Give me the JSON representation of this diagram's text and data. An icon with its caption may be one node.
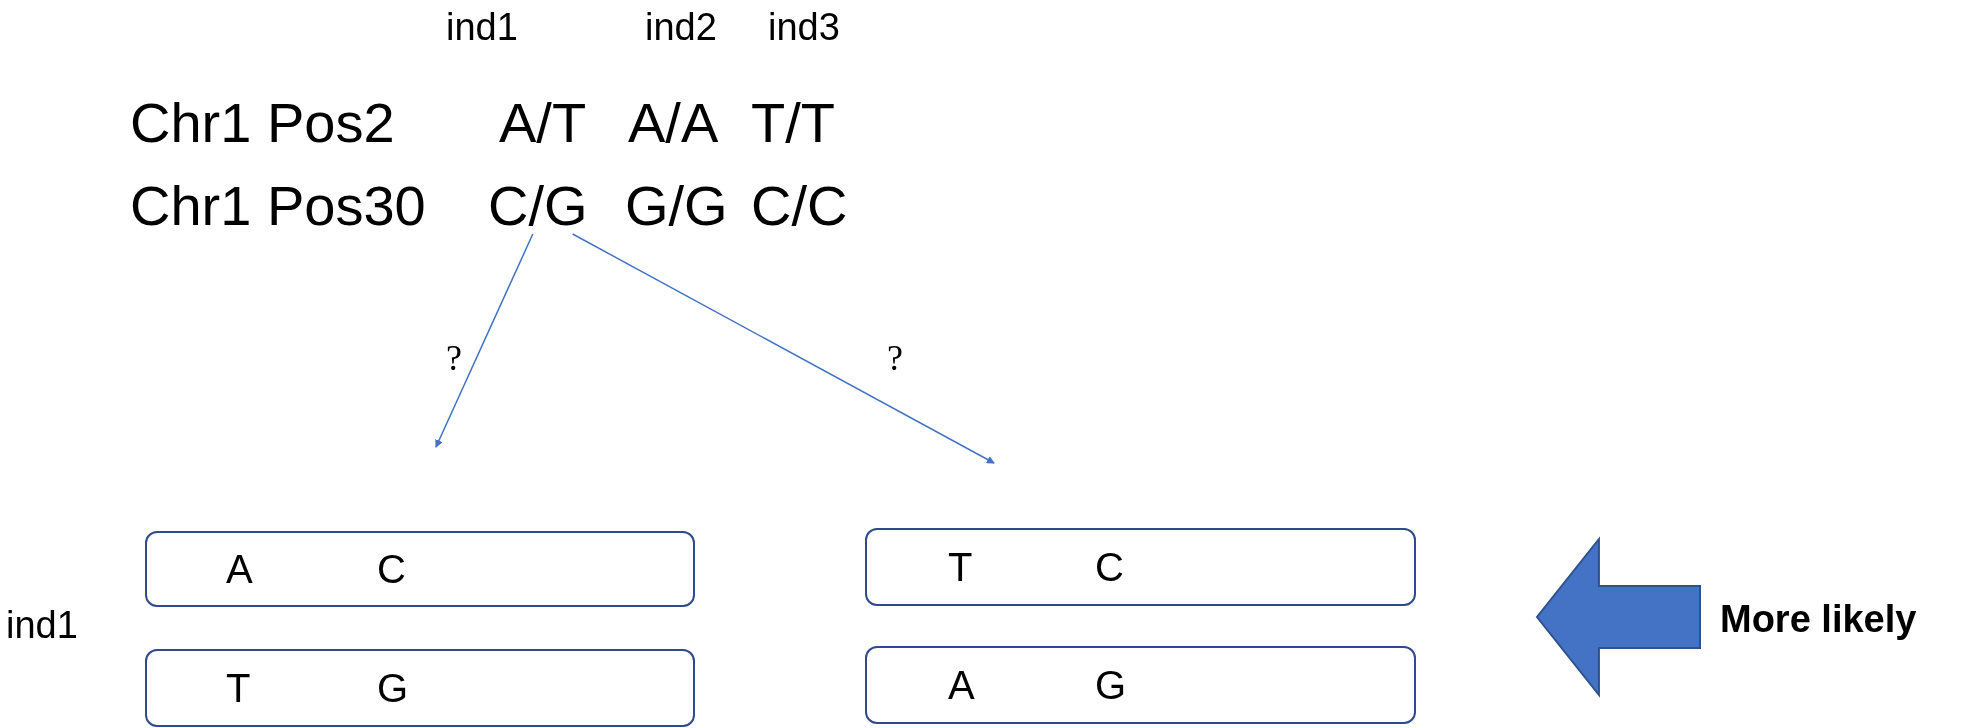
{
  "diagram": {
    "nodes": [
      {
        "text": [
          "C/G"
        ]
      },
      {
        "text": [
          "A",
          "C"
        ]
      },
      {
        "text": [
          "T",
          "G"
        ]
      },
      {
        "text": [
          "T",
          "C"
        ]
      },
      {
        "text": [
          "A",
          "G"
        ]
      },
      {
        "text": [
          "More likely"
        ]
      }
    ],
    "edges": [
      {
        "from": 0,
        "to": null,
        "arrow": "to",
        "label": "?"
      },
      {
        "from": 0,
        "to": null,
        "arrow": "to",
        "label": "?"
      },
      {
        "from": 5,
        "to": null,
        "arrow": "to",
        "style": "thick"
      }
    ],
    "labels": [
      "ind1",
      "ind2",
      "ind3",
      "Chr1 Pos2",
      "A/T",
      "A/A",
      "T/T",
      "Chr1 Pos30",
      "G/G",
      "C/C",
      "ind1"
    ]
  }
}
